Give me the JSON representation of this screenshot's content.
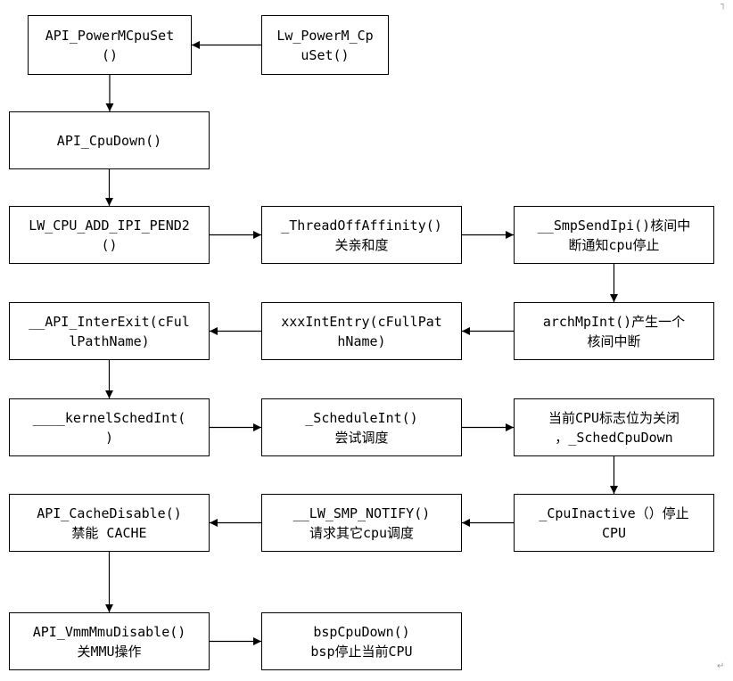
{
  "nodes": {
    "api_powermcpuset": [
      "API_PowerMCpuSet",
      "()"
    ],
    "lw_powerm_cpuset": [
      "Lw_PowerM_Cp",
      "uSet()"
    ],
    "api_cpudown": [
      "API_CpuDown()"
    ],
    "lw_cpu_add_ipi_pend2": [
      "LW_CPU_ADD_IPI_PEND2",
      "()"
    ],
    "threadoffaffinity": [
      "_ThreadOffAffinity()",
      "关亲和度"
    ],
    "smpsendipi": [
      "__SmpSendIpi()核间中",
      "断通知cpu停止"
    ],
    "api_interexit": [
      "__API_InterExit(cFul",
      "lPathName)"
    ],
    "xxxintentry": [
      "xxxIntEntry(cFullPat",
      "hName)"
    ],
    "archmpint": [
      "archMpInt()产生一个",
      "核间中断"
    ],
    "kernelschedint": [
      "____kernelSchedInt(",
      ")"
    ],
    "scheduleint": [
      "_ScheduleInt()",
      "尝试调度"
    ],
    "schedcpudown": [
      "当前CPU标志位为关闭",
      "，_SchedCpuDown"
    ],
    "api_cachedisable": [
      "API_CacheDisable()",
      "禁能 CACHE"
    ],
    "lw_smp_notify": [
      "__LW_SMP_NOTIFY()",
      "请求其它cpu调度"
    ],
    "cpuinactive": [
      "_CpuInactive（）停止",
      "CPU"
    ],
    "api_vmmmmudisable": [
      "API_VmmMmuDisable()",
      "关MMU操作"
    ],
    "bspcpudown": [
      "bspCpuDown()",
      "bsp停止当前CPU"
    ]
  },
  "edges": [
    [
      "lw_powerm_cpuset",
      "api_powermcpuset"
    ],
    [
      "api_powermcpuset",
      "api_cpudown"
    ],
    [
      "api_cpudown",
      "lw_cpu_add_ipi_pend2"
    ],
    [
      "lw_cpu_add_ipi_pend2",
      "threadoffaffinity"
    ],
    [
      "threadoffaffinity",
      "smpsendipi"
    ],
    [
      "smpsendipi",
      "archmpint"
    ],
    [
      "archmpint",
      "xxxintentry"
    ],
    [
      "xxxintentry",
      "api_interexit"
    ],
    [
      "api_interexit",
      "kernelschedint"
    ],
    [
      "kernelschedint",
      "scheduleint"
    ],
    [
      "scheduleint",
      "schedcpudown"
    ],
    [
      "schedcpudown",
      "cpuinactive"
    ],
    [
      "cpuinactive",
      "lw_smp_notify"
    ],
    [
      "lw_smp_notify",
      "api_cachedisable"
    ],
    [
      "api_cachedisable",
      "api_vmmmmudisable"
    ],
    [
      "api_vmmmmudisable",
      "bspcpudown"
    ]
  ]
}
